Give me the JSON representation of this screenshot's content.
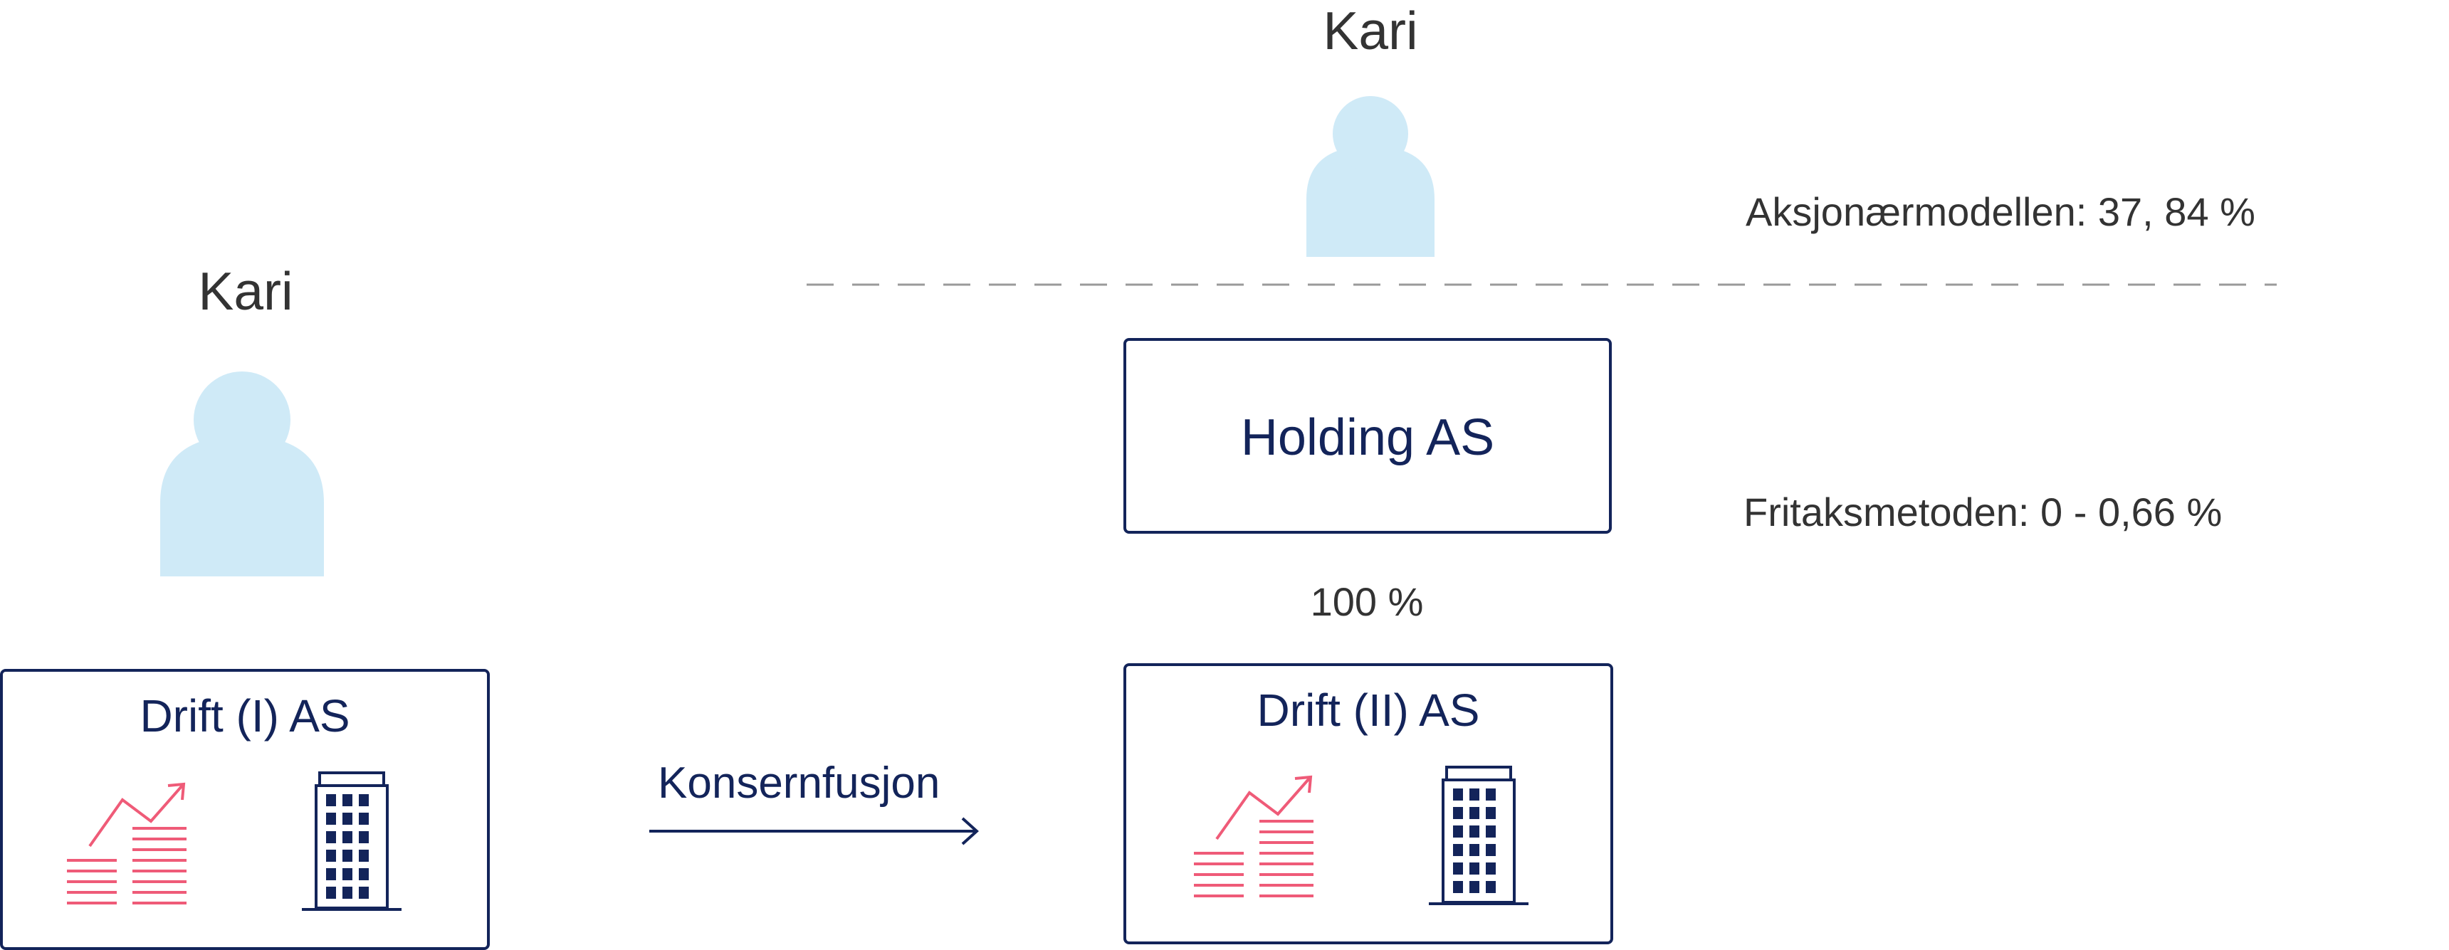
{
  "left_owner": {
    "name": "Kari"
  },
  "right_owner": {
    "name": "Kari"
  },
  "tax_notes": {
    "aksjonaermodellen": "Aksjonærmodellen: 37, 84 %",
    "fritaksmetoden": "Fritaksmetoden: 0 - 0,66 %"
  },
  "holding": {
    "title": "Holding AS",
    "ownership": "100 %"
  },
  "drift_one": {
    "title": "Drift (I) AS"
  },
  "drift_two": {
    "title": "Drift (II) AS"
  },
  "merger": {
    "label": "Konsernfusjon"
  },
  "colors": {
    "navy": "#13245a",
    "person": "#cfeaf7",
    "growth": "#ef5b78",
    "text": "#333333"
  },
  "icons": [
    "person-icon",
    "growth-chart-icon",
    "office-building-icon",
    "arrow-right-icon"
  ]
}
